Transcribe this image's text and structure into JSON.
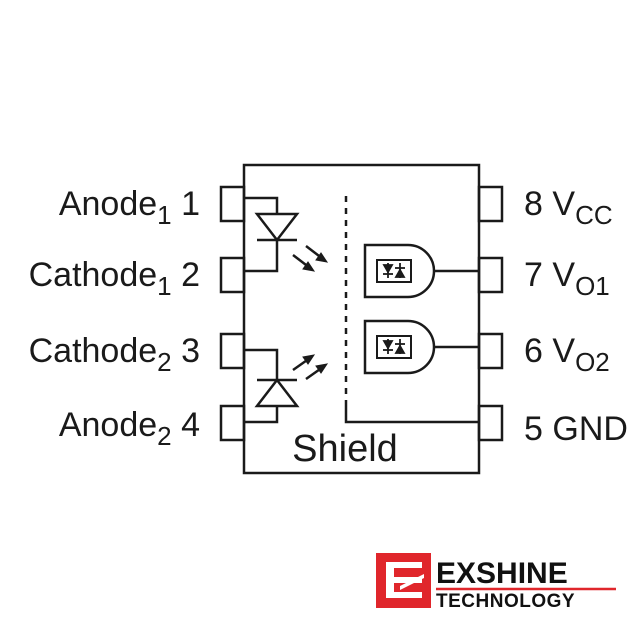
{
  "pins_left": [
    {
      "number": "1",
      "name": "Anode",
      "sub": "1"
    },
    {
      "number": "2",
      "name": "Cathode",
      "sub": "1"
    },
    {
      "number": "3",
      "name": "Cathode",
      "sub": "2"
    },
    {
      "number": "4",
      "name": "Anode",
      "sub": "2"
    }
  ],
  "pins_right": [
    {
      "number": "8",
      "name": "V",
      "sub": "CC"
    },
    {
      "number": "7",
      "name": "V",
      "sub": "O1"
    },
    {
      "number": "6",
      "name": "V",
      "sub": "O2"
    },
    {
      "number": "5",
      "name": "GND",
      "sub": ""
    }
  ],
  "shield_label": "Shield",
  "logo": {
    "name": "EXSHINE",
    "tagline": "TECHNOLOGY",
    "color": "#e0262b"
  },
  "colors": {
    "stroke": "#1a1a1a"
  }
}
